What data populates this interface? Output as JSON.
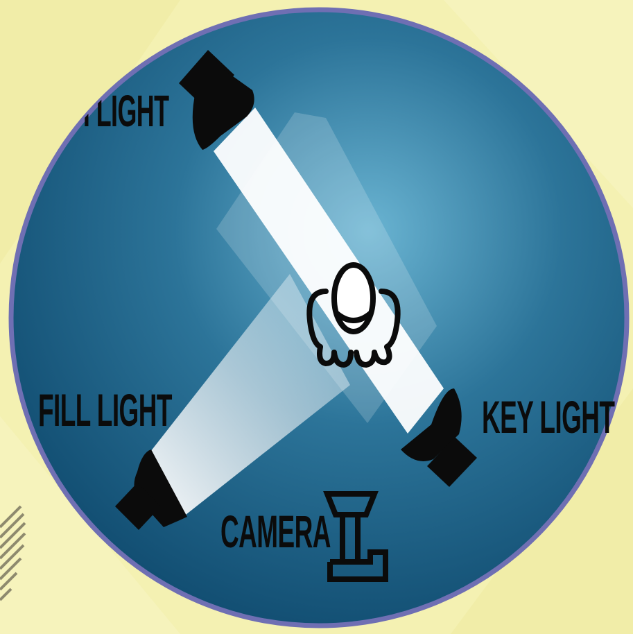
{
  "labels": {
    "back_light": "H LIGHT",
    "fill_light": "FILL LIGHT",
    "key_light": "KEY LIGHT",
    "camera": "CAMERA"
  },
  "colors": {
    "background": "#f4f1b2",
    "circle_outer": "#0f4a6e",
    "circle_inner": "#5aa7c8",
    "ring": "#6f6fb3",
    "lamp": "#0b0b0b",
    "beam": "#ffffff"
  },
  "icons": [
    "subject-figure-icon",
    "camera-icon",
    "lamp-icon"
  ]
}
